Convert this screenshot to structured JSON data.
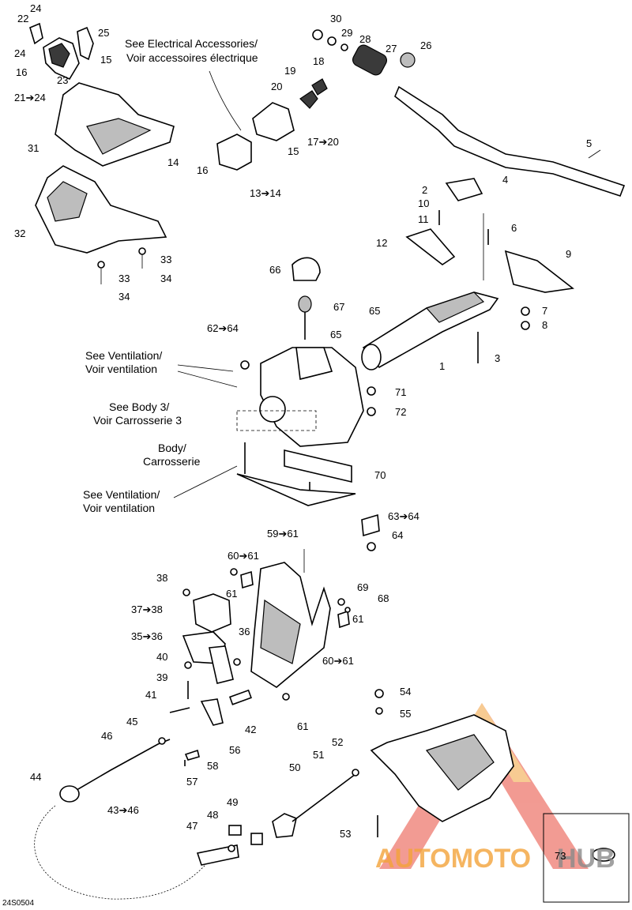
{
  "diagram_id": "24S0504",
  "notes": {
    "electrical": [
      "See Electrical Accessories/",
      "Voir accessoires électrique"
    ],
    "ventilation_top": [
      "See Ventilation/",
      "Voir ventilation"
    ],
    "body3": [
      "See Body 3/",
      "Voir Carrosserie 3"
    ],
    "body": [
      "Body/",
      "Carrosserie"
    ],
    "ventilation_bottom": [
      "See Ventilation/",
      "Voir ventilation"
    ]
  },
  "callouts": {
    "c24a": "24",
    "c22": "22",
    "c25": "25",
    "c24b": "24",
    "c15a": "15",
    "c16a": "16",
    "c23": "23",
    "c21_24": "21➔24",
    "c31": "31",
    "c32": "32",
    "c33a": "33",
    "c33b": "33",
    "c34a": "34",
    "c34b": "34",
    "c30": "30",
    "c29": "29",
    "c28": "28",
    "c27": "27",
    "c26": "26",
    "c5": "5",
    "c19": "19",
    "c18": "18",
    "c20": "20",
    "c17_20": "17➔20",
    "c15b": "15",
    "c14": "14",
    "c16b": "16",
    "c13_14": "13➔14",
    "c2": "2",
    "c4": "4",
    "c10": "10",
    "c11": "11",
    "c6": "6",
    "c12": "12",
    "c9": "9",
    "c66": "66",
    "c67": "67",
    "c65a": "65",
    "c65b": "65",
    "c7": "7",
    "c8": "8",
    "c62_64": "62➔64",
    "c1": "1",
    "c3": "3",
    "c71": "71",
    "c72": "72",
    "c70": "70",
    "c63_64": "63➔64",
    "c64": "64",
    "c59_61": "59➔61",
    "c60_61a": "60➔61",
    "c61a": "61",
    "c69": "69",
    "c68": "68",
    "c61b": "61",
    "c60_61b": "60➔61",
    "c61c": "61",
    "c38": "38",
    "c37_38": "37➔38",
    "c35_36": "35➔36",
    "c36": "36",
    "c40": "40",
    "c39": "39",
    "c41": "41",
    "c42": "42",
    "c45": "45",
    "c46": "46",
    "c56": "56",
    "c58": "58",
    "c57": "57",
    "c44": "44",
    "c43_46": "43➔46",
    "c54": "54",
    "c55": "55",
    "c52": "52",
    "c51": "51",
    "c50": "50",
    "c49": "49",
    "c48": "48",
    "c47": "47",
    "c53": "53",
    "c73": "73"
  },
  "watermark": {
    "text_a": "AUTOMOTO",
    "text_b": "HUB",
    "color_red": "#e8483a",
    "color_orange": "#f2a23a",
    "color_grey": "#8a8a8a"
  }
}
